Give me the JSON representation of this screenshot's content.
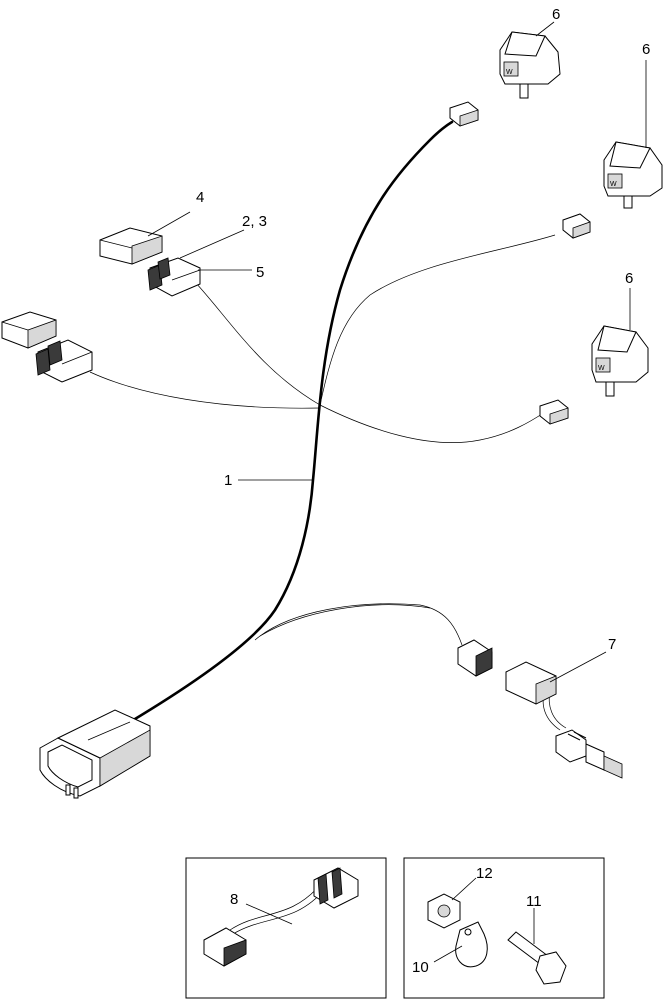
{
  "callouts": {
    "c1": "1",
    "c23": "2, 3",
    "c4": "4",
    "c5": "5",
    "c6a": "6",
    "c6b": "6",
    "c6c": "6",
    "c7": "7",
    "c8": "8",
    "c10": "10",
    "c11": "11",
    "c12": "12"
  }
}
